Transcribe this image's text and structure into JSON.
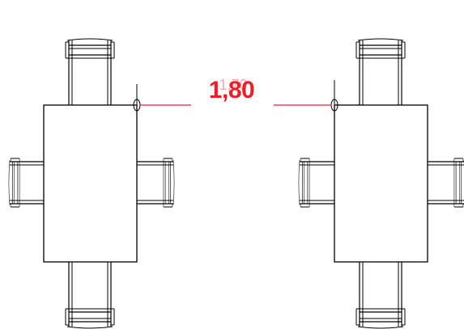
{
  "drawing": {
    "title": "",
    "dimension": {
      "value_label": "1,80",
      "ghost_label": "1,70"
    },
    "colors": {
      "linework": "#000000",
      "dimension": "#e8202a",
      "ghost_text": "#f1a9ac",
      "background": "#ffffff"
    },
    "tables": [
      {
        "name": "left-table",
        "chairs": [
          "top",
          "bottom",
          "left",
          "right"
        ]
      },
      {
        "name": "right-table",
        "chairs": [
          "top",
          "bottom",
          "left",
          "right"
        ]
      }
    ]
  }
}
